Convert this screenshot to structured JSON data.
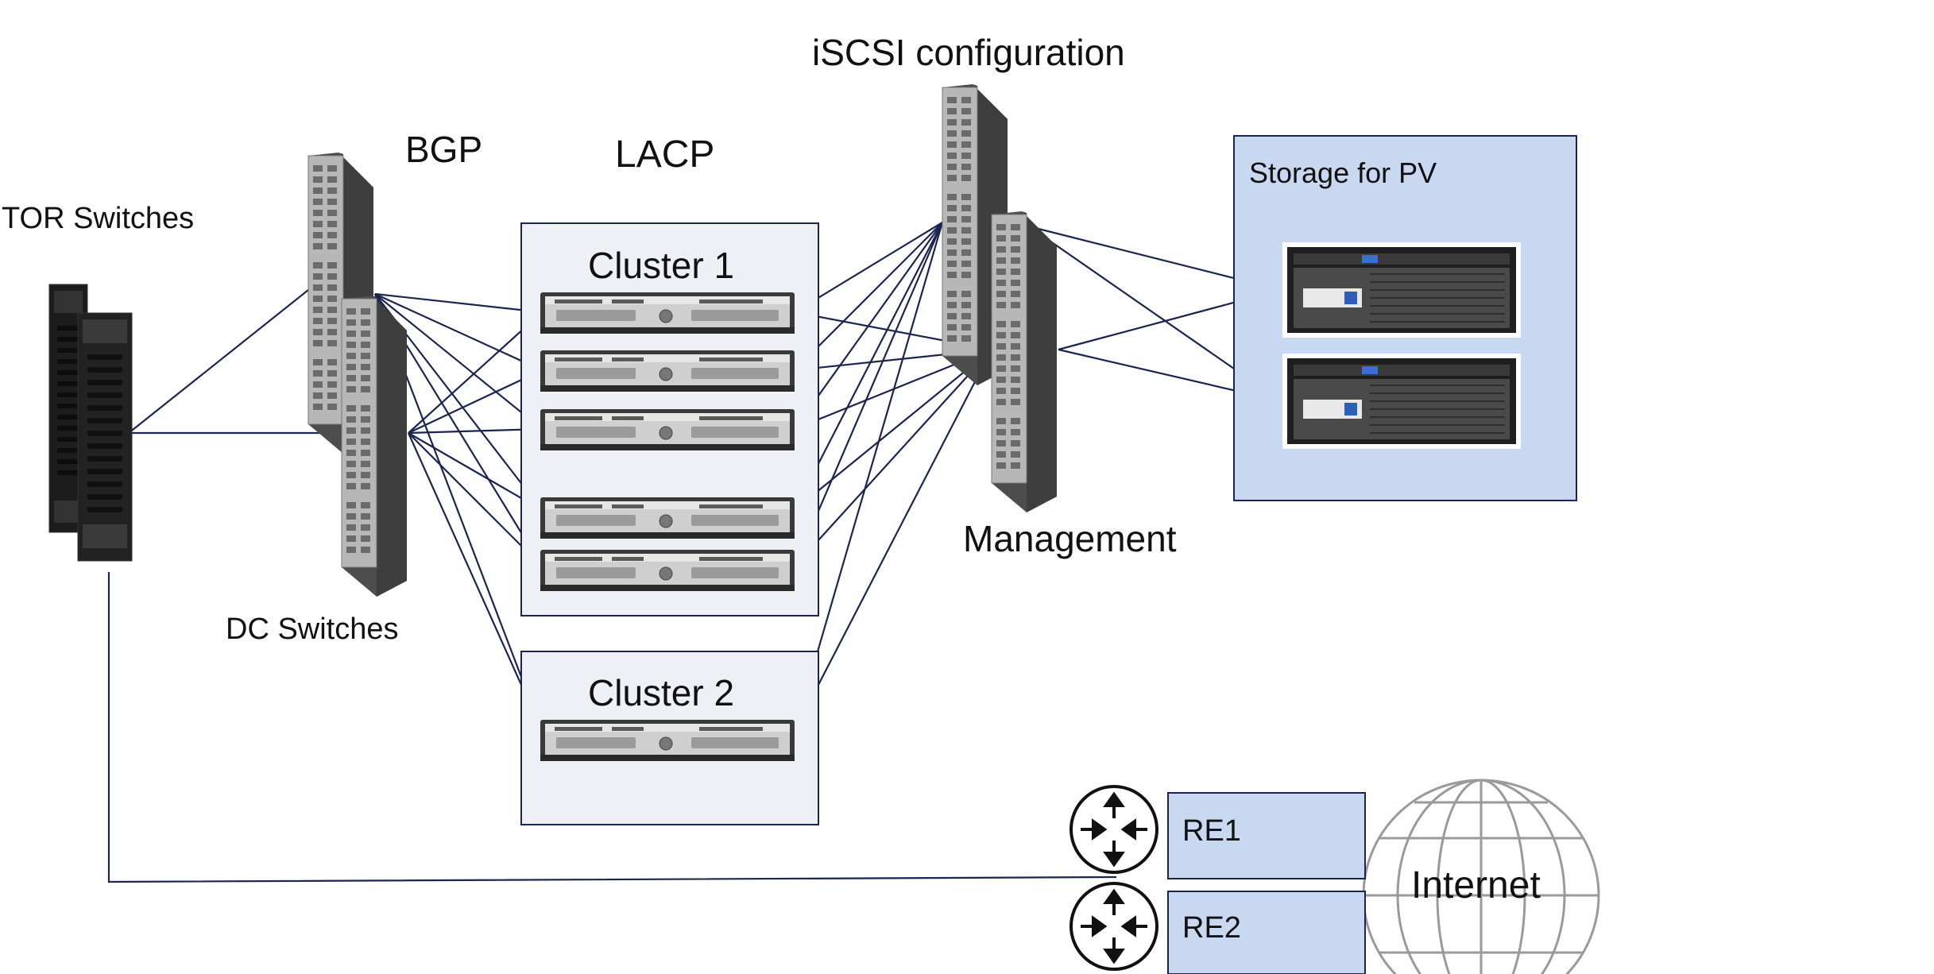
{
  "labels": {
    "tor_switches": "TOR Switches",
    "dc_switches": "DC Switches",
    "bgp": "BGP",
    "lacp": "LACP",
    "iscsi": "iSCSI configuration",
    "management": "Management",
    "storage": "Storage for PV",
    "cluster1": "Cluster 1",
    "cluster2": "Cluster 2",
    "re1": "RE1",
    "re2": "RE2",
    "internet": "Internet"
  },
  "colors": {
    "wire": "#1a2550",
    "cluster_fill": "#eef0f6",
    "storage_fill": "#c9d8f1",
    "router_box_fill": "#c9d8f1",
    "switch_body": "#5a5a5a",
    "server_face": "#c8c8c8",
    "globe": "#9a9a9a"
  },
  "icons": {
    "tor": "cisco-router-icon",
    "dc_switch": "network-switch-icon",
    "server": "rack-server-icon",
    "storage": "storage-array-icon",
    "router": "router-icon",
    "globe": "globe-icon"
  }
}
